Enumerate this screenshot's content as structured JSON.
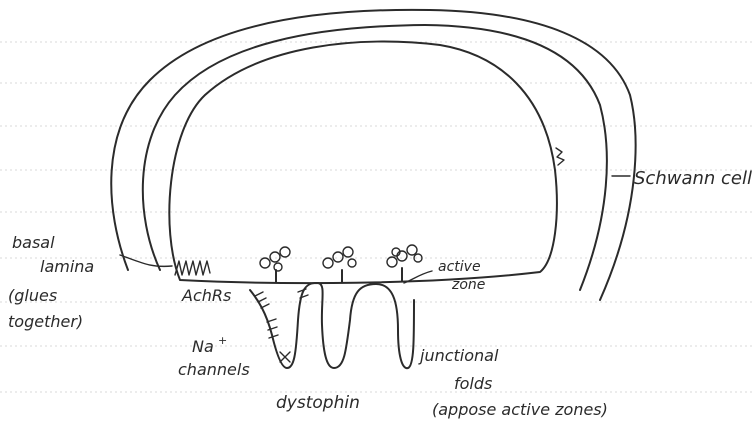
{
  "labels": {
    "schwann_cell": "Schwann cell",
    "basal_lamina_1": "basal",
    "basal_lamina_2": "lamina",
    "glues_1": "(glues",
    "glues_2": "together)",
    "achrs": "AchRs",
    "na_1": "Na",
    "na_plus": "+",
    "na_2": "channels",
    "dystophin": "dystophin",
    "active_zone_1": "active",
    "active_zone_2": "zone",
    "junctional_1": "junctional",
    "junctional_2": "folds",
    "appose": "(appose active zones)"
  },
  "colors": {
    "ink": "#2b2b2b",
    "paper": "#ffffff",
    "ruled_lines": "#d9d9d9"
  }
}
